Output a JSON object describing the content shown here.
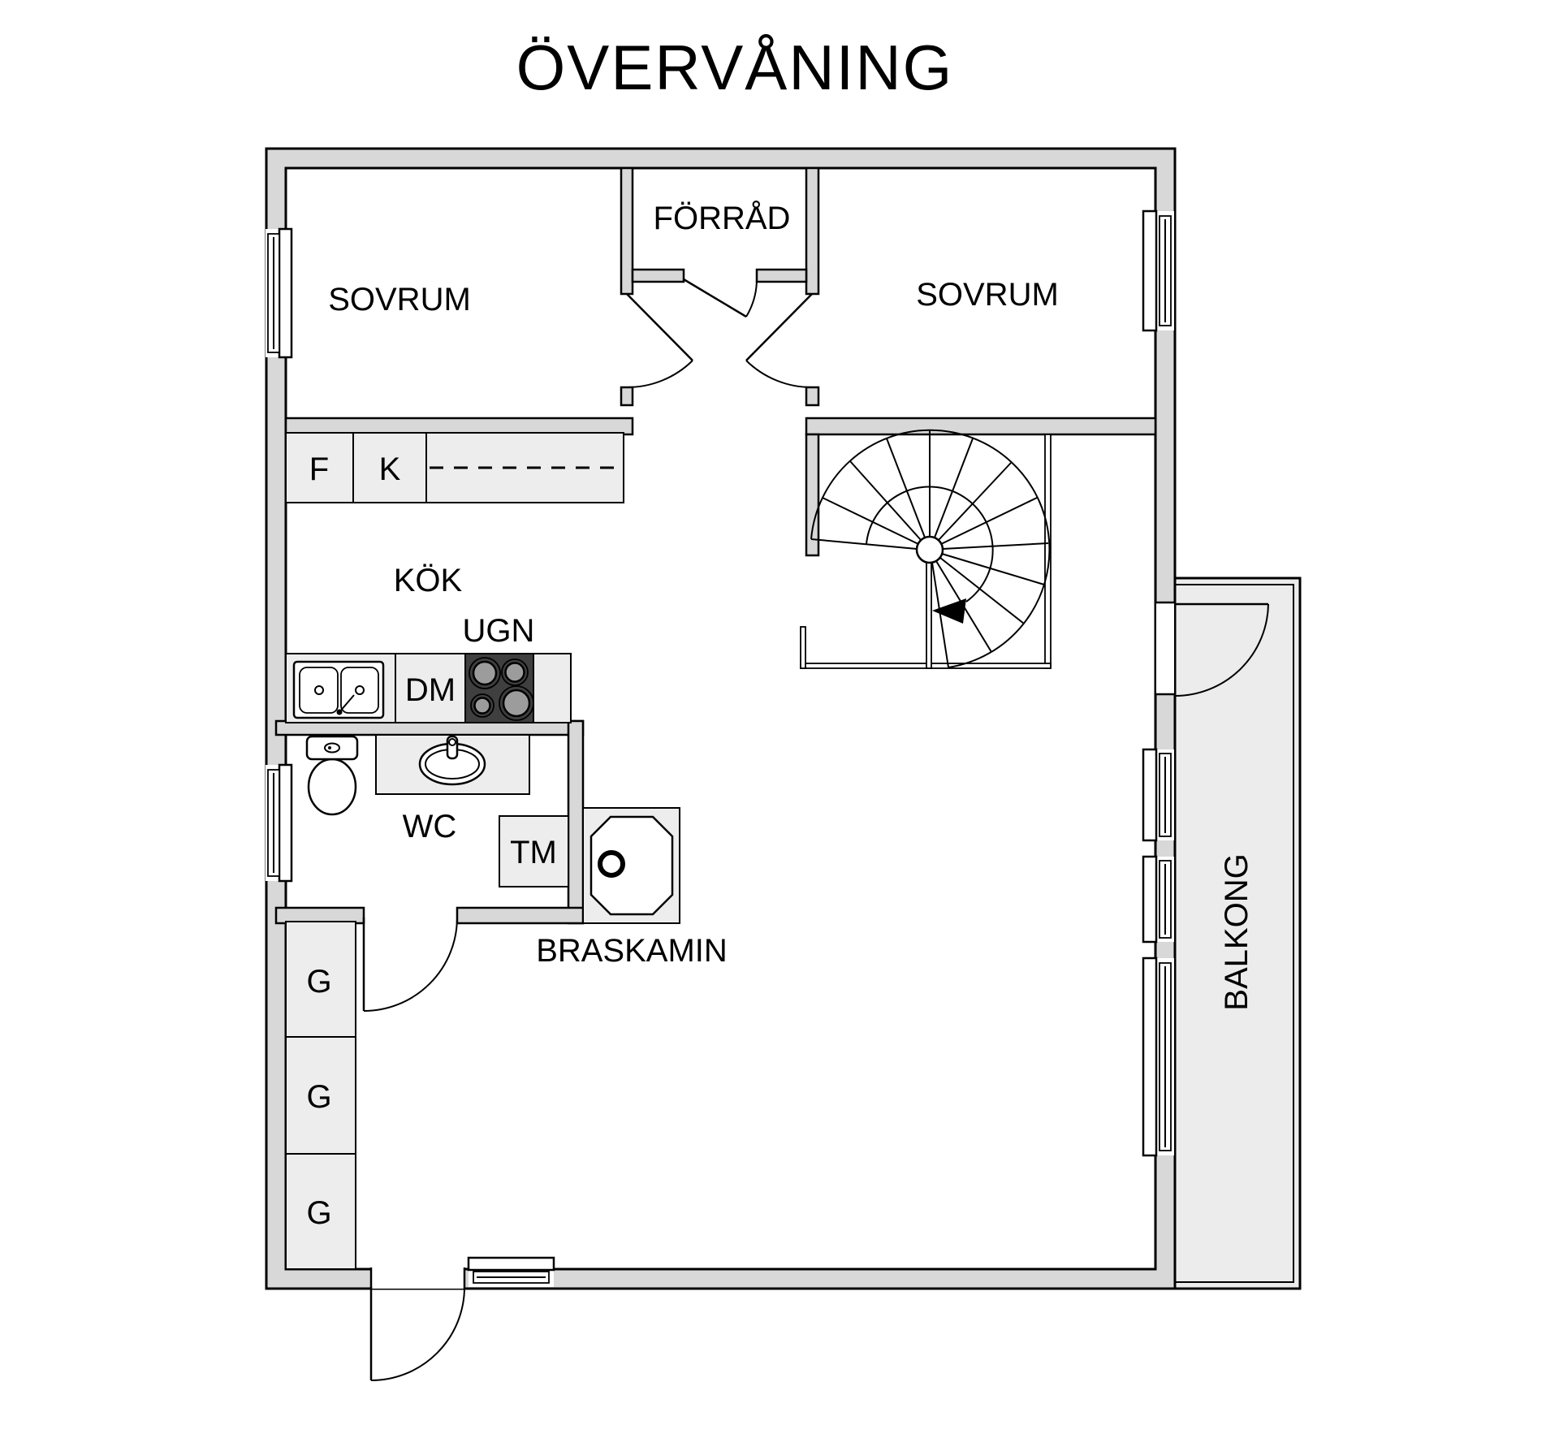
{
  "title": "ÖVERVÅNING",
  "plan": {
    "rooms": {
      "bedroom_left": "SOVRUM",
      "bedroom_right": "SOVRUM",
      "storage": "FÖRRÅD",
      "kitchen": "KÖK",
      "wc": "WC",
      "balcony": "BALKONG"
    },
    "fixtures": {
      "fridge": "F",
      "freezer": "K",
      "dishwasher": "DM",
      "oven": "UGN",
      "washing_machine": "TM",
      "fireplace": "BRASKAMIN",
      "wardrobe_1": "G",
      "wardrobe_2": "G",
      "wardrobe_3": "G"
    },
    "colors": {
      "wall_fill": "#d8d8d8",
      "fixture_fill": "#ededed",
      "balcony_fill": "#ececec",
      "stove_fill": "#3f3f3f",
      "burner_fill": "#9c9c9c",
      "line": "#000000",
      "background": "#ffffff"
    }
  }
}
